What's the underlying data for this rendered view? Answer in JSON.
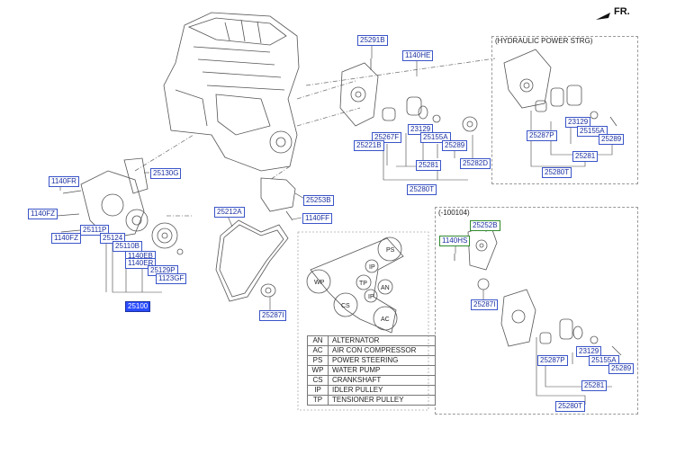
{
  "direction": {
    "label": "FR."
  },
  "frames": {
    "hydraulic": {
      "title": "(HYDRAULIC POWER STRG)"
    },
    "dated": {
      "title": "(-100104)"
    }
  },
  "labels": {
    "p25291B": "25291B",
    "p1140HE": "1140HE",
    "p25267F_a": "25267F",
    "p23129_a": "23129",
    "p25155A_a": "25155A",
    "p25289_a": "25289",
    "p25221B": "25221B",
    "p25281_a": "25281",
    "p25282D": "25282D",
    "p25280T_a": "25280T",
    "p25287P_b": "25287P",
    "p23129_b": "23129",
    "p25155A_b": "25155A",
    "p25289_b": "25289",
    "p25281_b": "25281",
    "p25280T_b": "25280T",
    "p1140FR": "1140FR",
    "p25130G": "25130G",
    "p1140FZ_a": "1140FZ",
    "p25111P": "25111P",
    "p1140FZ_b": "1140FZ",
    "p25124": "25124",
    "p25110B": "25110B",
    "p1140EB": "1140EB",
    "p1140ER": "1140ER",
    "p25129P": "25129P",
    "p1123GF": "1123GF",
    "p25100": "25100",
    "p25212A": "25212A",
    "p25287I_a": "25287I",
    "p25253B": "25253B",
    "p1140FF": "1140FF",
    "p25252B": "25252B",
    "p1140HS": "1140HS",
    "p25287I_b": "25287I",
    "p25287P_c": "25287P",
    "p23129_c": "23129",
    "p25155A_c": "25155A",
    "p25289_c": "25289",
    "p25281_c": "25281",
    "p25280T_c": "25280T"
  },
  "belt_circles": {
    "PS": "PS",
    "WP": "WP",
    "IP1": "IP",
    "TP": "TP",
    "AN": "AN",
    "IP2": "IP",
    "CS": "CS",
    "AC": "AC"
  },
  "legend": [
    {
      "code": "AN",
      "name": "ALTERNATOR"
    },
    {
      "code": "AC",
      "name": "AIR CON COMPRESSOR"
    },
    {
      "code": "PS",
      "name": "POWER STEERING"
    },
    {
      "code": "WP",
      "name": "WATER PUMP"
    },
    {
      "code": "CS",
      "name": "CRANKSHAFT"
    },
    {
      "code": "IP",
      "name": "IDLER PULLEY"
    },
    {
      "code": "TP",
      "name": "TENSIONER PULLEY"
    }
  ]
}
